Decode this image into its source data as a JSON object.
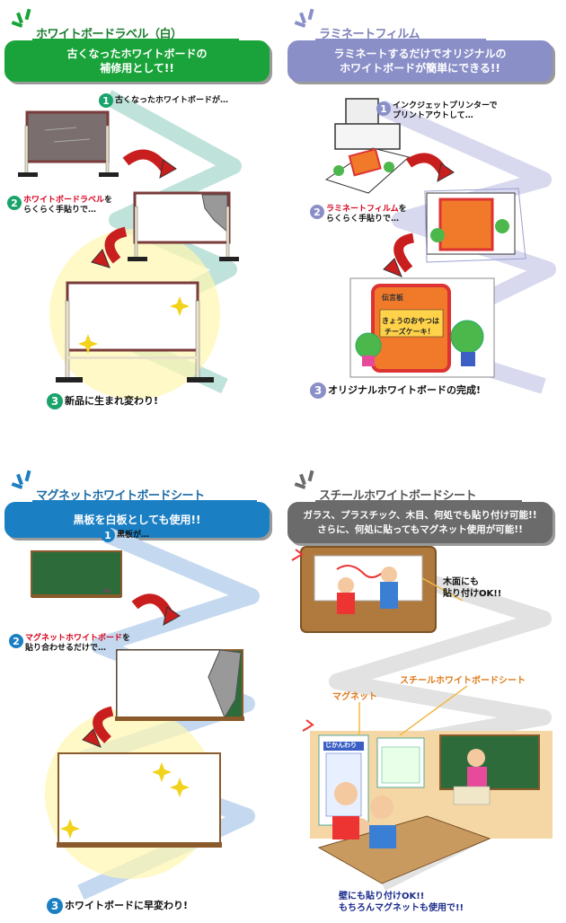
{
  "panels": [
    {
      "title": "ホワイトボードラベル（白）",
      "banner": [
        "古くなったホワイトボードの",
        "補修用として!!"
      ],
      "colors": {
        "accent": "#1aa33a",
        "title": "#1a7d2d",
        "path": "#bfe2da"
      },
      "steps": [
        {
          "num": "1",
          "lines": [
            "古くなったホワイトボードが…"
          ]
        },
        {
          "num": "2",
          "red": "ホワイトボードラベル",
          "lines_after": [
            "を",
            "らくらく手貼りで…"
          ]
        },
        {
          "num": "3",
          "lines": [
            "新品に生まれ変わり!"
          ]
        }
      ]
    },
    {
      "title": "ラミネートフィルム",
      "banner": [
        "ラミネートするだけでオリジナルの",
        "ホワイトボードが簡単にできる!!"
      ],
      "colors": {
        "accent": "#8a8fc8",
        "title": "#7b7fb8",
        "path": "#d8d9ee"
      },
      "steps": [
        {
          "num": "1",
          "lines": [
            "インクジェットプリンターで",
            "プリントアウトして…"
          ]
        },
        {
          "num": "2",
          "red": "ラミネートフィルム",
          "lines_after": [
            "を",
            "らくらく手貼りで…"
          ]
        },
        {
          "num": "3",
          "lines": [
            "オリジナルホワイトボードの完成!"
          ]
        }
      ],
      "board_text": {
        "tag": "伝言板",
        "msg1": "きょうのおやつは",
        "msg2": "チーズケーキ！"
      }
    },
    {
      "title": "マグネットホワイトボードシート",
      "banner": [
        "黒板を白板としても使用!!"
      ],
      "colors": {
        "accent": "#1b7fc4",
        "title": "#1a6aa6",
        "path": "#c4d9ef"
      },
      "steps": [
        {
          "num": "1",
          "lines": [
            "黒板が…"
          ]
        },
        {
          "num": "2",
          "red": "マグネットホワイトボード",
          "lines_after": [
            "を",
            "貼り合わせるだけで…"
          ]
        },
        {
          "num": "3",
          "lines": [
            "ホワイトボードに早変わり!"
          ]
        }
      ]
    },
    {
      "title": "スチールホワイトボードシート",
      "banner": [
        "ガラス、プラスチック、木目、何処でも貼り付け可能!!",
        "さらに、何処に貼ってもマグネット使用が可能!!"
      ],
      "colors": {
        "accent": "#6b6b6b",
        "title": "#555555",
        "path": "#e2e2e2"
      },
      "callouts": {
        "wood": [
          "木面にも",
          "貼り付けOK!!"
        ],
        "sheet": "スチールホワイトボードシート",
        "magnet": "マグネット",
        "wall": [
          "壁にも貼り付けOK!!",
          "もちろんマグネットも使用で!!"
        ]
      },
      "poster": "じかんわり"
    }
  ]
}
